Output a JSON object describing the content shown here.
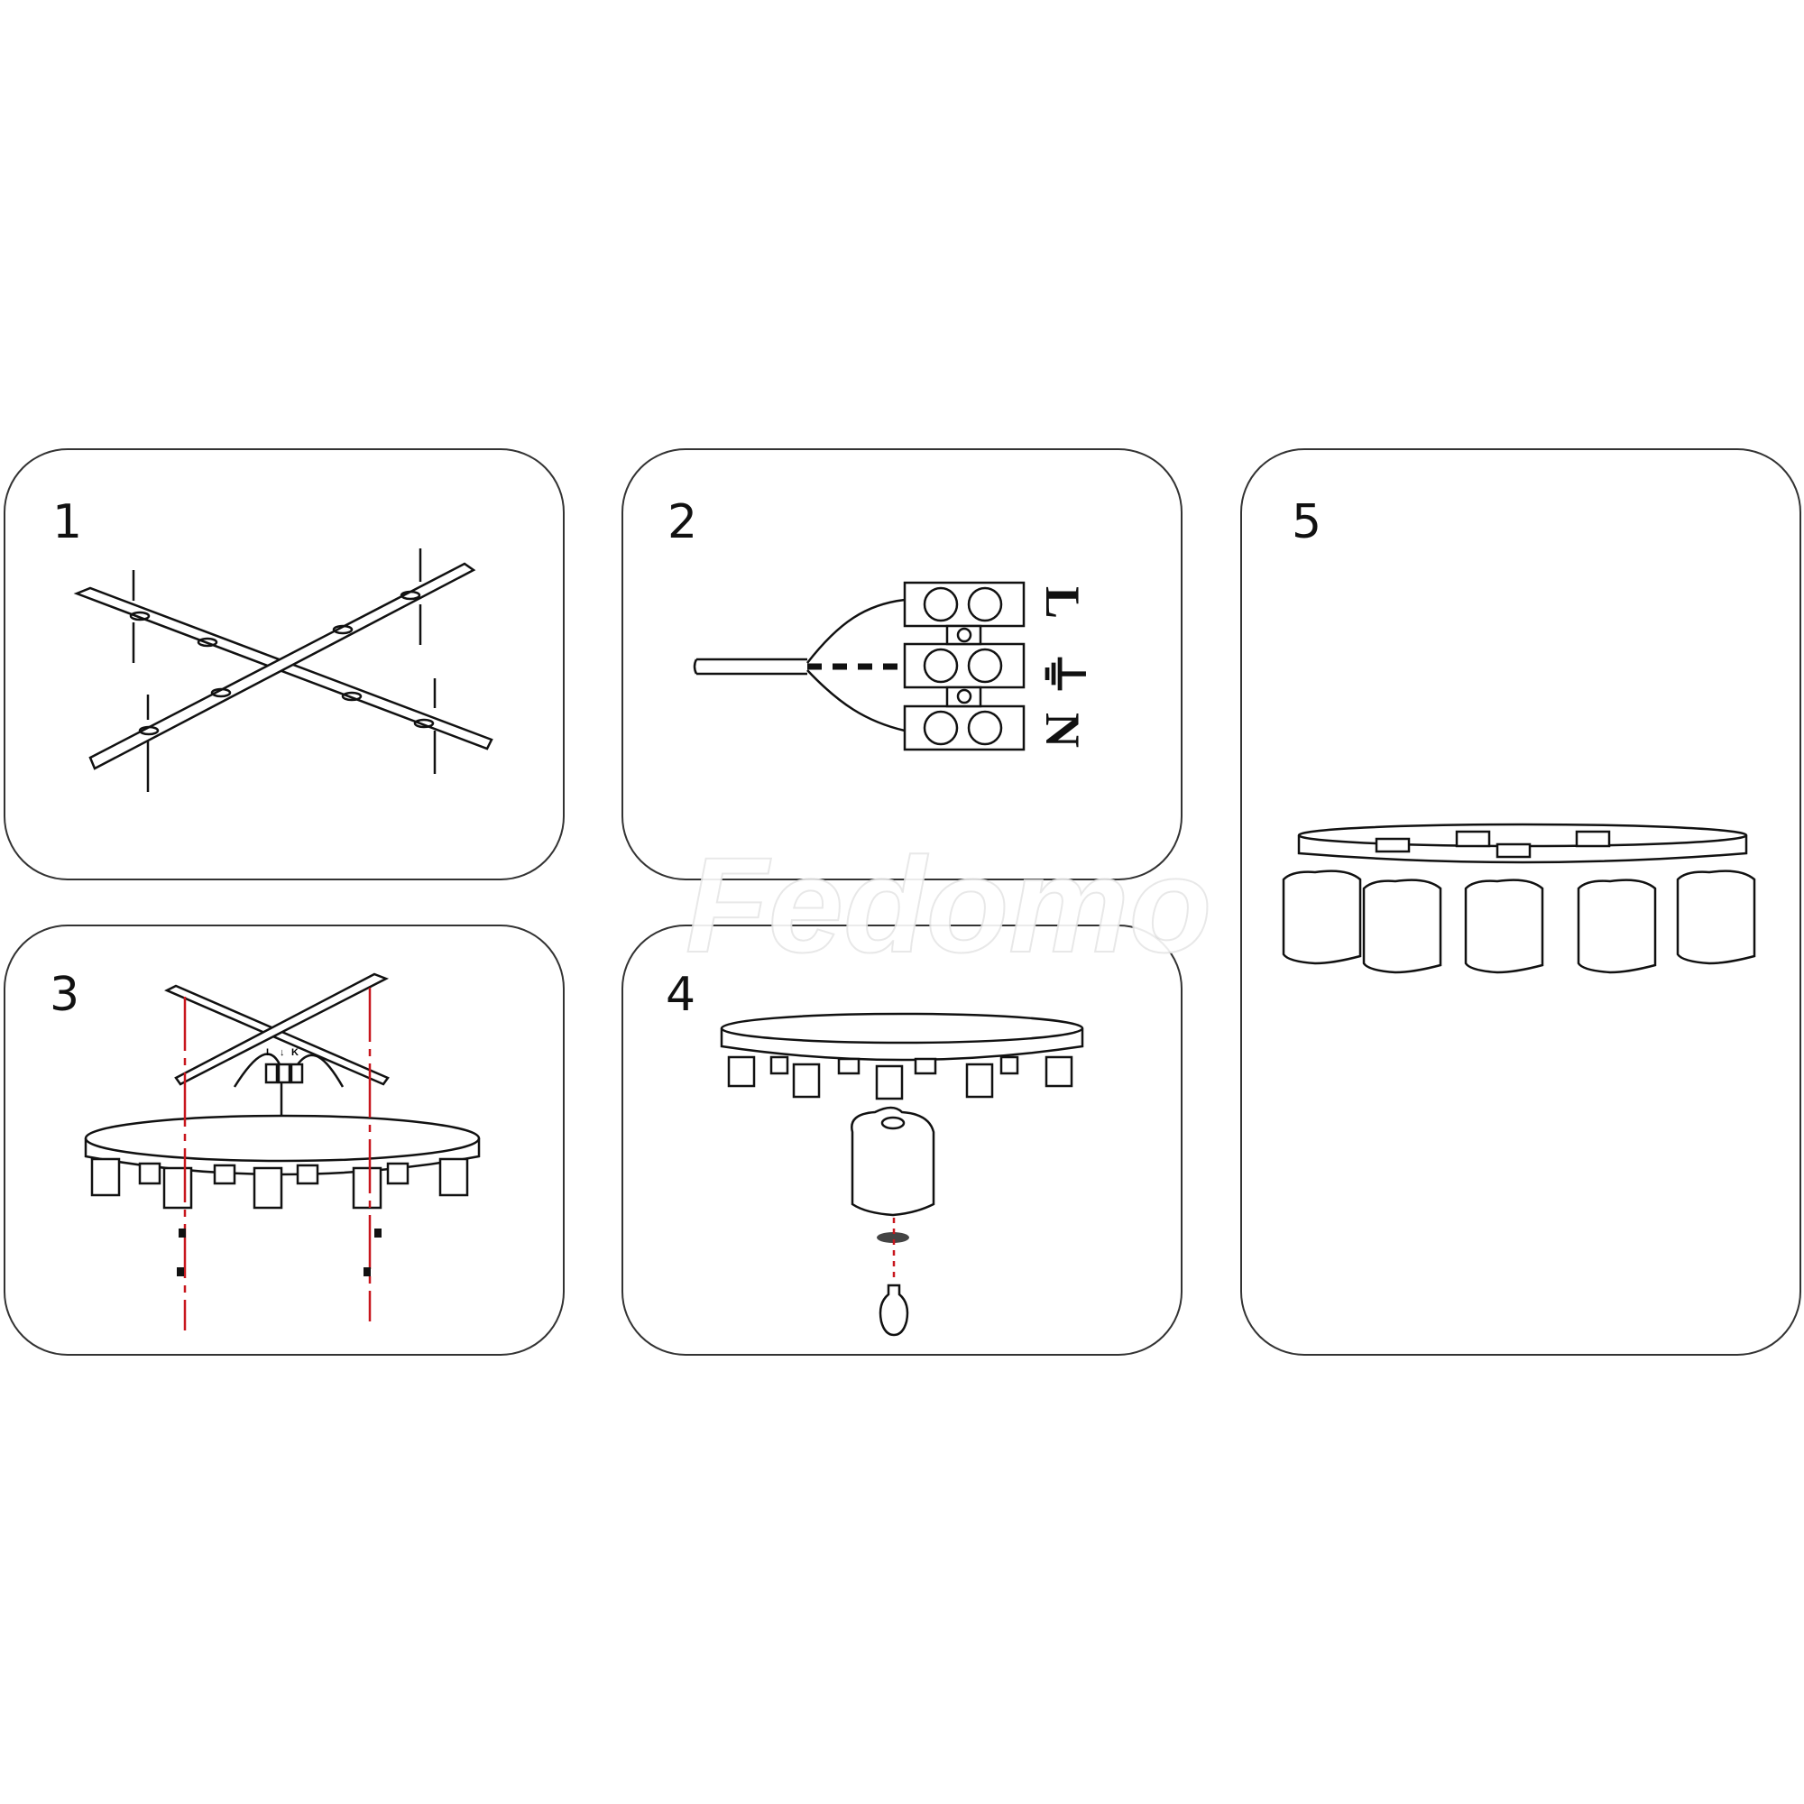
{
  "steps": [
    {
      "number": "1"
    },
    {
      "number": "2",
      "labels": {
        "live": "L",
        "earth": "⏚",
        "neutral": "N"
      }
    },
    {
      "number": "3",
      "labels": {
        "live": "L",
        "earth": "↓",
        "neutral": "K"
      }
    },
    {
      "number": "4"
    },
    {
      "number": "5"
    }
  ],
  "watermark": "Fedomo",
  "colors": {
    "guide_line": "#c8161d",
    "outline": "#111111"
  }
}
